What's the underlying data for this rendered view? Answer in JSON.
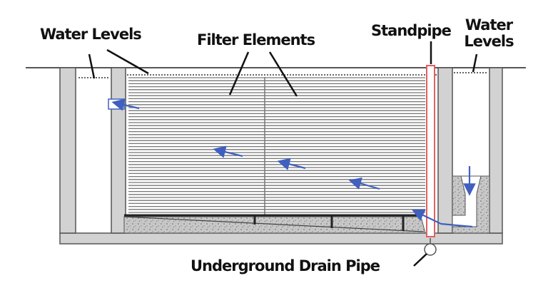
{
  "labels": {
    "water_levels_left": "Water Levels",
    "filter_elements": "Filter Elements",
    "standpipe": "Standpipe",
    "water_levels_right_line1": "Water",
    "water_levels_right_line2": "Levels",
    "drain_pipe": "Underground Drain Pipe"
  },
  "colors": {
    "wall": "#d2d2d2",
    "outline": "#555555",
    "filter_line": "#777777",
    "standpipe": "#e06060",
    "flow_arrow": "#4060c0",
    "gravel": "#c4c4c4"
  },
  "icons": {
    "flow": "arrow-left-icon",
    "inflow": "arrow-down-icon"
  }
}
